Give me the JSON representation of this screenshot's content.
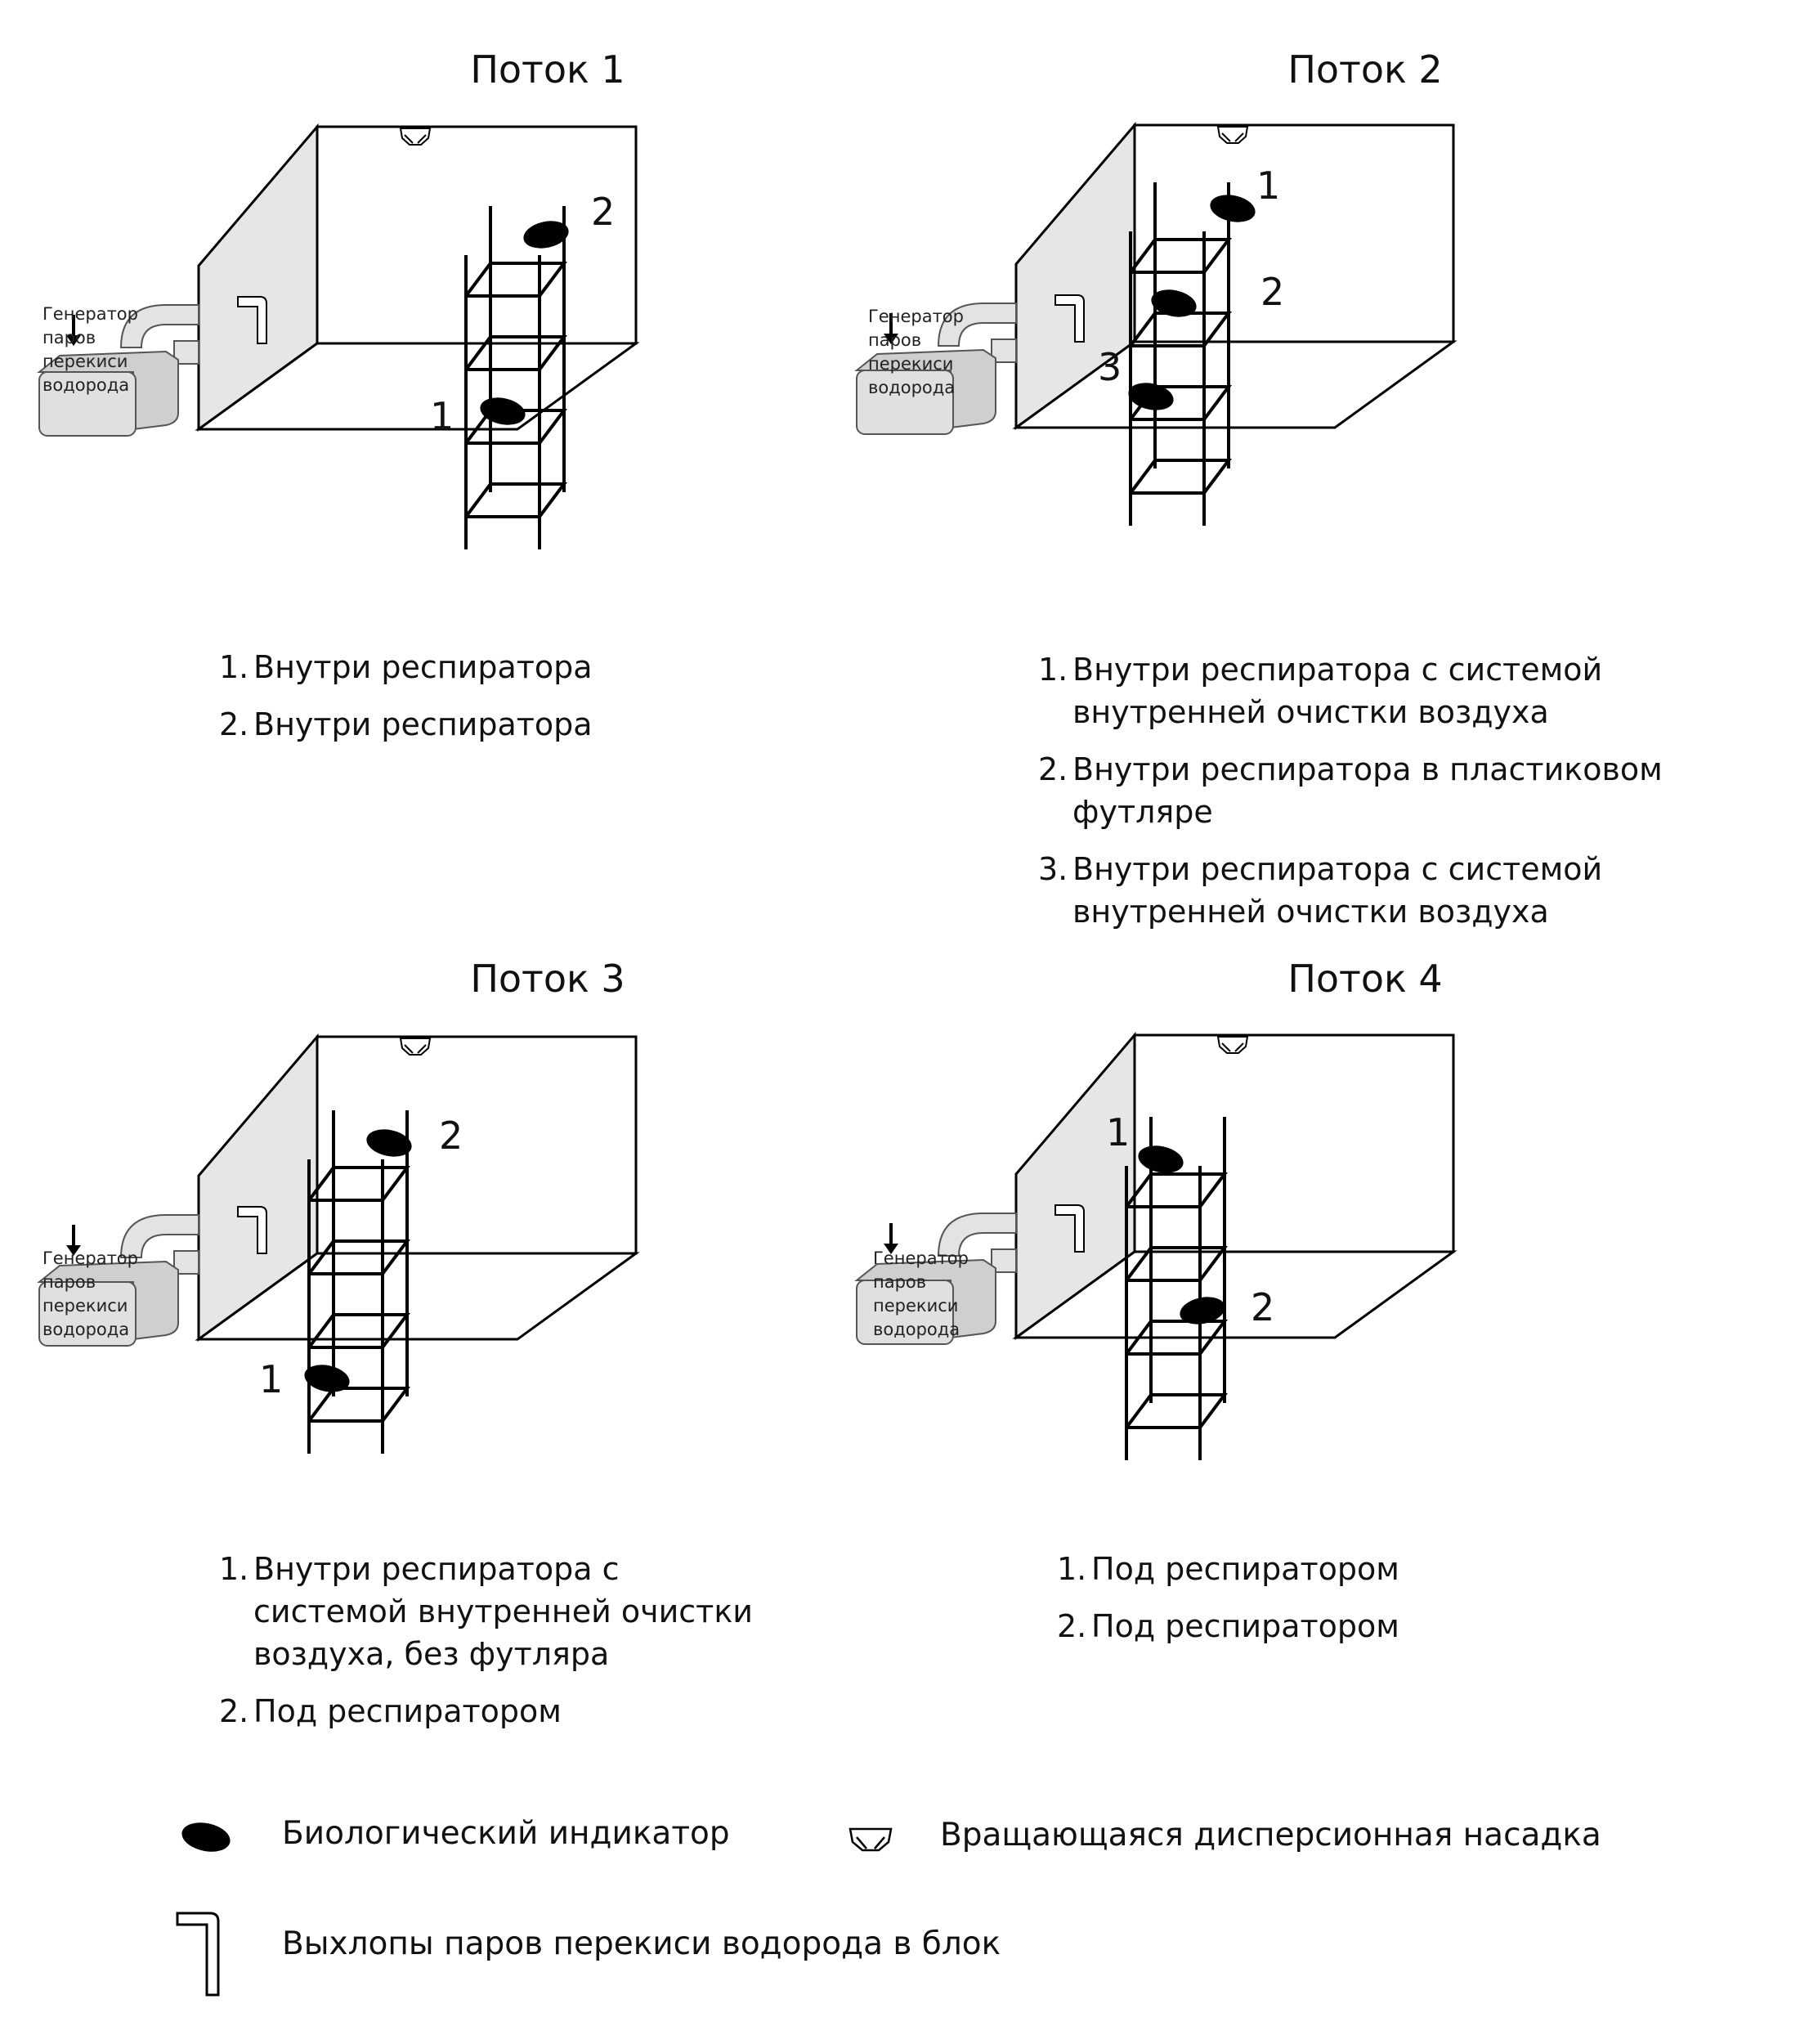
{
  "panels": [
    {
      "title": "Поток 1",
      "generator_label": [
        "Генератор",
        "паров",
        "перекиси",
        "водорода"
      ],
      "markers": [
        "2",
        "1"
      ],
      "items": [
        {
          "n": "1.",
          "text": "Внутри респиратора"
        },
        {
          "n": "2.",
          "text": "Внутри респиратора"
        }
      ]
    },
    {
      "title": "Поток 2",
      "generator_label": [
        "Генератор",
        "паров",
        "перекиси",
        "водорода"
      ],
      "markers": [
        "1",
        "2",
        "3"
      ],
      "items": [
        {
          "n": "1.",
          "text": "Внутри респиратора с системой внутренней очистки воздуха"
        },
        {
          "n": "2.",
          "text": "Внутри респиратора в пластиковом футляре"
        },
        {
          "n": "3.",
          "text": "Внутри респиратора с системой внутренней очистки воздуха"
        }
      ]
    },
    {
      "title": "Поток 3",
      "generator_label": [
        "Генератор",
        "паров",
        "перекиси",
        "водорода"
      ],
      "markers": [
        "2",
        "1"
      ],
      "items": [
        {
          "n": "1.",
          "text": "Внутри респиратора с системой внутренней очистки воздуха, без футляра"
        },
        {
          "n": "2.",
          "text": "Под респиратором"
        }
      ]
    },
    {
      "title": "Поток 4",
      "generator_label": [
        "Генератор",
        "паров",
        "перекиси",
        "водорода"
      ],
      "markers": [
        "1",
        "2"
      ],
      "items": [
        {
          "n": "1.",
          "text": "Под респиратором"
        },
        {
          "n": "2.",
          "text": "Под респиратором"
        }
      ]
    }
  ],
  "legend": {
    "indicator": "Биологический индикатор",
    "nozzle": "Вращающаяся дисперсионная насадка",
    "exhaust": "Выхлопы паров перекиси водорода в блок"
  }
}
